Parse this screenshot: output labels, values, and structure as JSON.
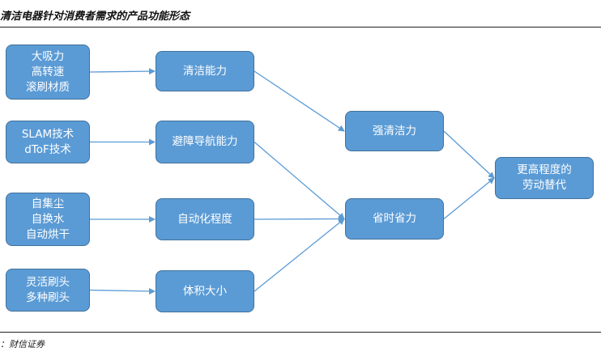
{
  "figure": {
    "title": "清洁电器针对消费者需求的产品功能形态",
    "source": "：财信证券"
  },
  "colors": {
    "node_fill": "#5b9bd5",
    "node_border": "#41719c",
    "edge": "#5b9bd5",
    "text": "#ffffff"
  },
  "nodes": {
    "tech_suction": {
      "lines": [
        "大吸力",
        "高转速",
        "滚刷材质"
      ]
    },
    "tech_slam": {
      "lines": [
        "SLAM技术",
        "dToF技术"
      ]
    },
    "tech_auto": {
      "lines": [
        "自集尘",
        "自换水",
        "自动烘干"
      ]
    },
    "tech_brush": {
      "lines": [
        "灵活刷头",
        "多种刷头"
      ]
    },
    "func_clean": {
      "lines": [
        "清洁能力"
      ]
    },
    "func_nav": {
      "lines": [
        "避障导航能力"
      ]
    },
    "func_auto": {
      "lines": [
        "自动化程度"
      ]
    },
    "func_size": {
      "lines": [
        "体积大小"
      ]
    },
    "need_clean": {
      "lines": [
        "强清洁力"
      ]
    },
    "need_save": {
      "lines": [
        "省时省力"
      ]
    },
    "goal": {
      "lines": [
        "更高程度的",
        "劳动替代"
      ]
    }
  },
  "edges": [
    [
      "tech_suction",
      "func_clean"
    ],
    [
      "tech_slam",
      "func_nav"
    ],
    [
      "tech_auto",
      "func_auto"
    ],
    [
      "tech_brush",
      "func_size"
    ],
    [
      "func_clean",
      "need_clean"
    ],
    [
      "func_nav",
      "need_save"
    ],
    [
      "func_auto",
      "need_save"
    ],
    [
      "func_size",
      "need_save"
    ],
    [
      "need_clean",
      "goal"
    ],
    [
      "need_save",
      "goal"
    ]
  ]
}
